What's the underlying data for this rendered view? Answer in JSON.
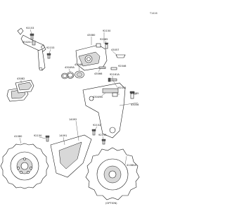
{
  "diagram": {
    "figure_code": "T1416",
    "callouts": [
      {
        "id": "c-92153-a",
        "text": "92153"
      },
      {
        "id": "c-55020",
        "text": "55020"
      },
      {
        "id": "c-92153-b",
        "text": "92153"
      },
      {
        "id": "c-43080",
        "text": "43080"
      },
      {
        "id": "c-92150-a",
        "text": "92150"
      },
      {
        "id": "c-92065",
        "text": "92065"
      },
      {
        "id": "c-43057",
        "text": "43057"
      },
      {
        "id": "c-43048",
        "text": "43048"
      },
      {
        "id": "c-43049a",
        "text": "43049A"
      },
      {
        "id": "c-43066",
        "text": "43066"
      },
      {
        "id": "c-43082",
        "text": "43082"
      },
      {
        "id": "c-92161a",
        "text": "92161A"
      },
      {
        "id": "c-92046",
        "text": "92046"
      },
      {
        "id": "c-43049b",
        "text": "43049B"
      },
      {
        "id": "c-92055",
        "text": "92055"
      },
      {
        "id": "c-43056",
        "text": "43056"
      },
      {
        "id": "c-43085",
        "text": "43085"
      },
      {
        "id": "c-14092",
        "text": "14092"
      },
      {
        "id": "c-92152",
        "text": "92152"
      },
      {
        "id": "c-41080",
        "text": "41080"
      },
      {
        "id": "c-92150-b",
        "text": "92150"
      },
      {
        "id": "c-14091",
        "text": "14091"
      },
      {
        "id": "c-92153-c",
        "text": "92153"
      },
      {
        "id": "c-41080a",
        "text": "41080A"
      },
      {
        "id": "c-option",
        "text": "(OPTION)"
      }
    ]
  }
}
